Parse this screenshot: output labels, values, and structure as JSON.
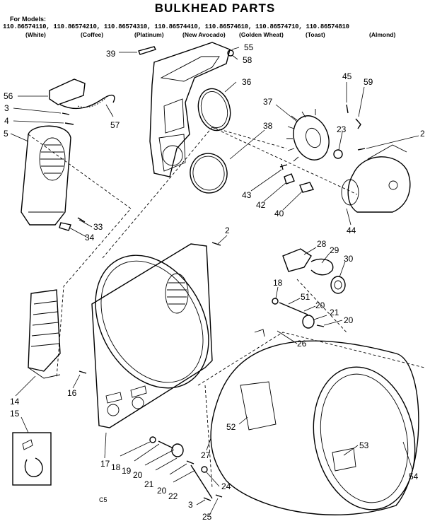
{
  "title": "BULKHEAD PARTS",
  "models_label": "For Models:",
  "models": "110.86574110, 110.86574210, 110.86574310, 110.86574410, 110.86574610, 110.86574710, 110.86574810",
  "colors": [
    "(White)",
    "(Coffee)",
    "(Platinum)",
    "(New Avocado)",
    "(Golden Wheat)",
    "(Toast)",
    "(Almond)"
  ],
  "code": "C5",
  "callouts": [
    "39",
    "55",
    "58",
    "56",
    "36",
    "45",
    "59",
    "3",
    "37",
    "4",
    "57",
    "23",
    "2",
    "5",
    "38",
    "43",
    "42",
    "40",
    "33",
    "44",
    "34",
    "2",
    "28",
    "29",
    "30",
    "18",
    "51",
    "20",
    "21",
    "20",
    "26",
    "14",
    "16",
    "15",
    "52",
    "27",
    "53",
    "17",
    "18",
    "19",
    "20",
    "21",
    "20",
    "22",
    "24",
    "54",
    "3",
    "25"
  ]
}
